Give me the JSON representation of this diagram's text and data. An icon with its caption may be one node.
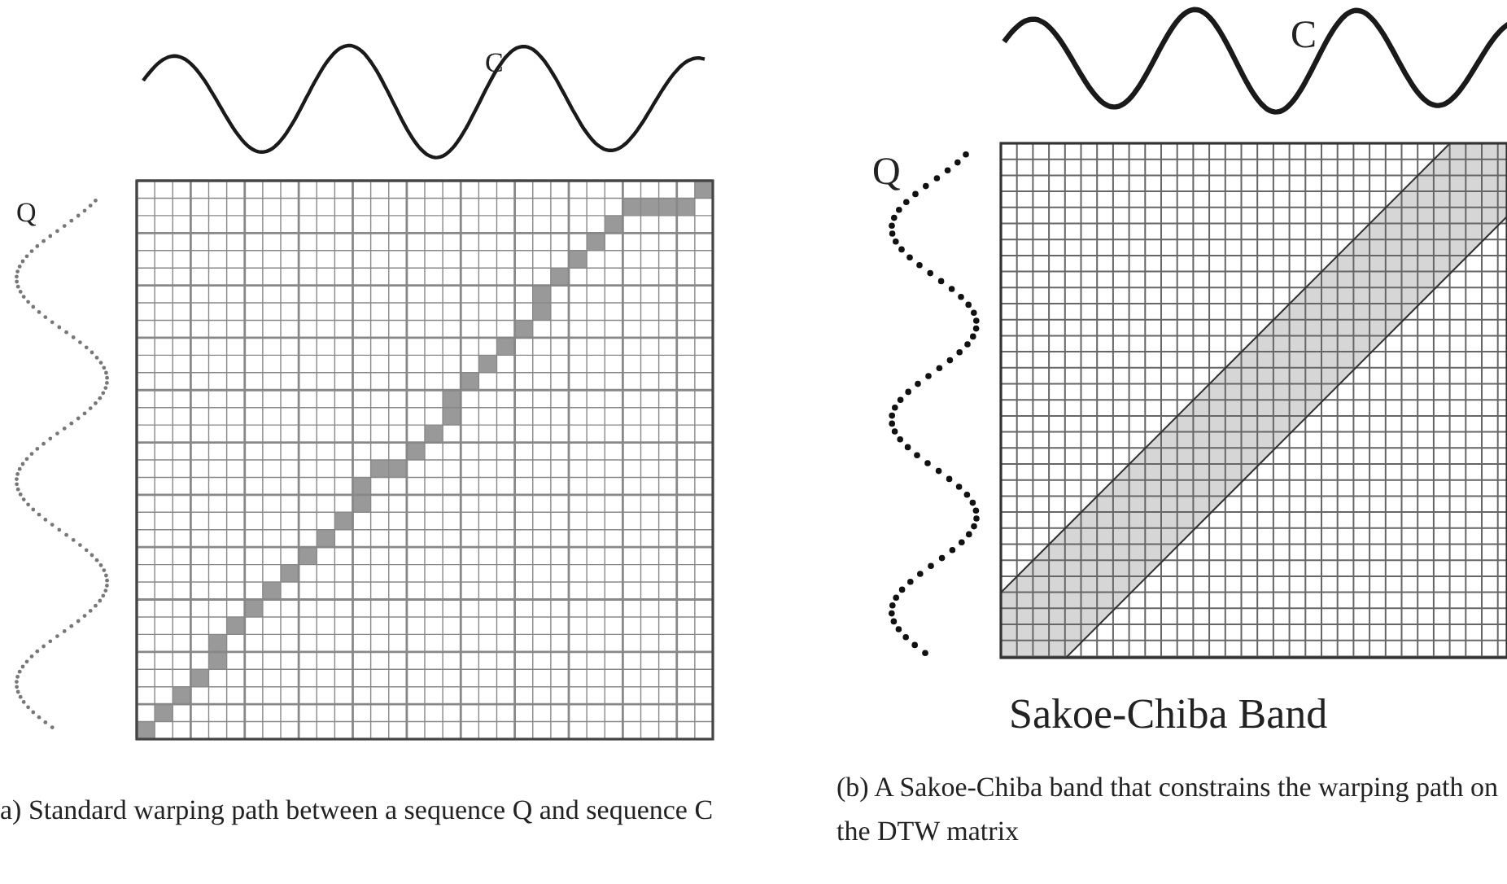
{
  "diagram": {
    "labels": [
      "C",
      "Q",
      "a) Standard warping path between a sequence Q and sequence C",
      "C",
      "Q",
      "Sakoe-Chiba Band",
      "(b) A Sakoe-Chiba band that constrains the warping path on the DTW matrix"
    ]
  }
}
